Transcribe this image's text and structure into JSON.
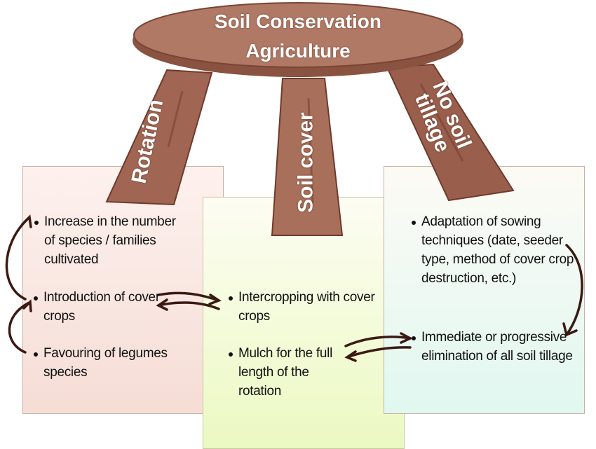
{
  "title": {
    "line1": "Soil Conservation",
    "line2": "Agriculture"
  },
  "legs": {
    "rotation": "Rotation",
    "soil_cover": "Soil cover",
    "no_tillage_line1": "No soil",
    "no_tillage_line2": "tillage"
  },
  "left_box": {
    "items": [
      "Increase in the number of species / families cultivated",
      "Introduction of cover crops",
      "Favouring of legumes species"
    ]
  },
  "middle_box": {
    "items": [
      "Intercropping with cover crops",
      "Mulch for the full length of the rotation"
    ]
  },
  "right_box": {
    "items": [
      "Adaptation of sowing techniques (date, seeder type, method of cover crop destruction, etc.)",
      "Immediate or progressive elimination of all soil tillage"
    ]
  },
  "colors": {
    "wood": "#a8705a",
    "wood_dark": "#6e3a2c",
    "arrow": "#3a1a12"
  }
}
